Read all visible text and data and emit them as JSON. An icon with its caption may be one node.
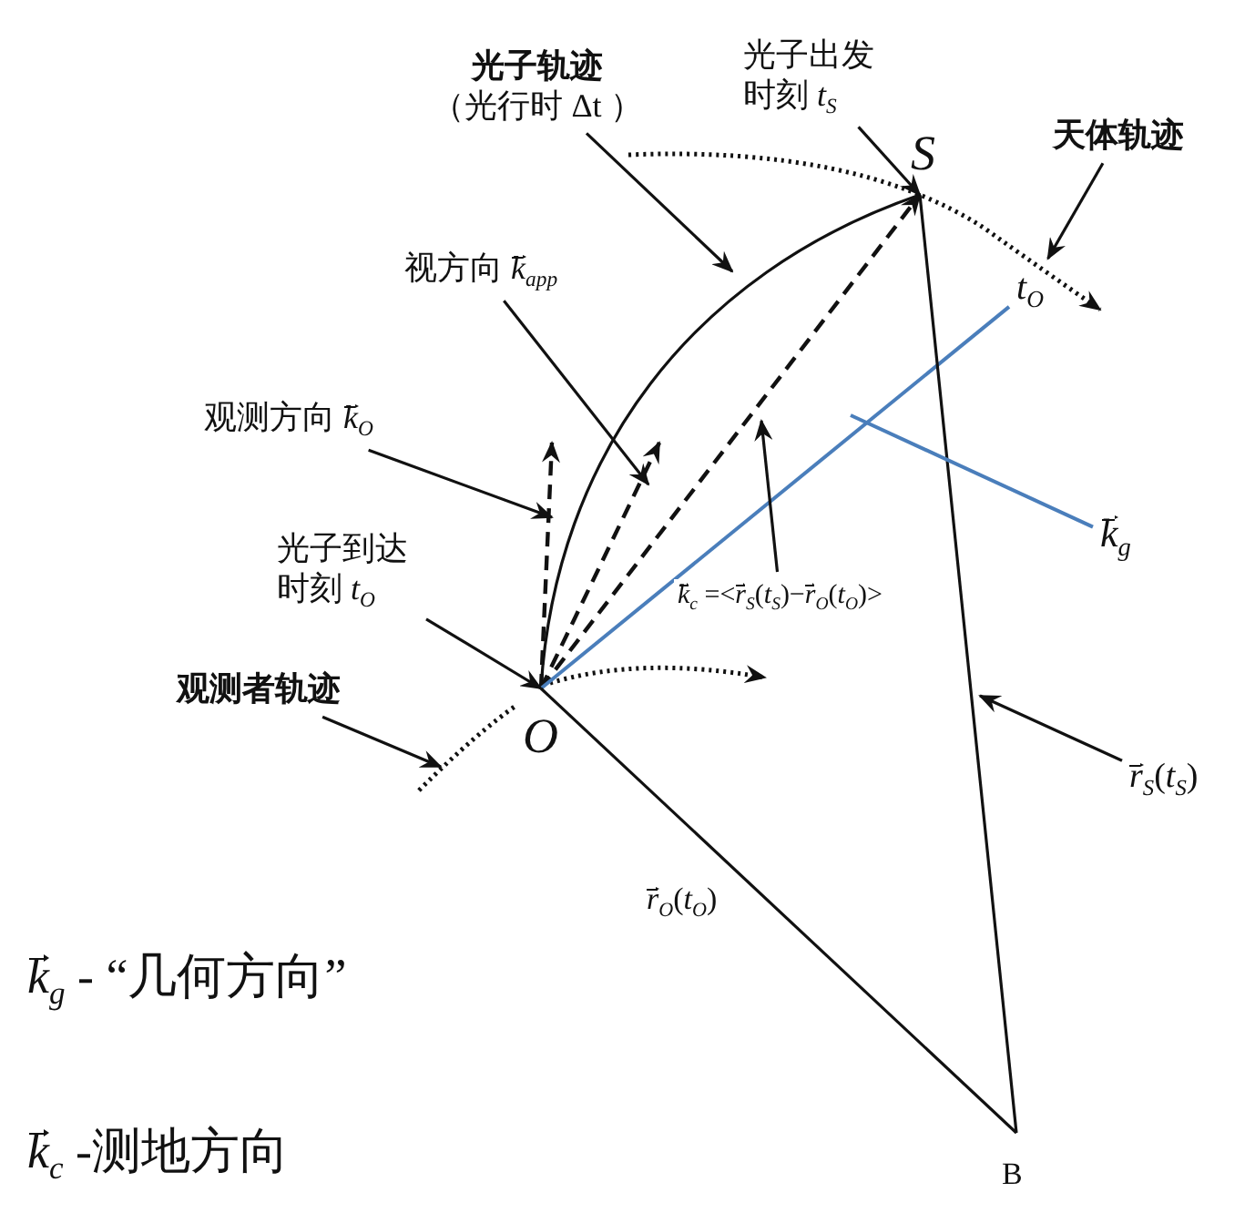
{
  "diagram": {
    "nodes": [
      {
        "text": [
          "O"
        ]
      },
      {
        "text": [
          "S"
        ]
      },
      {
        "text": [
          "B"
        ]
      },
      {
        "text": [
          "光子轨迹",
          "（光行时 Δt ）"
        ]
      },
      {
        "text": [
          "光子出发时刻 *t*$_{S}$"
        ]
      },
      {
        "text": [
          "天体轨迹"
        ]
      },
      {
        "text": [
          "*t*$_{O}$"
        ]
      },
      {
        "text": [
          "视方向 *k⃗*$_{app}$"
        ]
      },
      {
        "text": [
          "观测方向 *k⃗*$_{O}$"
        ]
      },
      {
        "text": [
          "光子到达时刻 *t*$_{O}$"
        ]
      },
      {
        "text": [
          "观测者轨迹"
        ]
      },
      {
        "text": [
          "*k⃗*$_{c}$ =<*r⃗*$_{S}$(*t*$_{S}$)−*r⃗*$_{O}$(*t*$_{O}$)>"
        ]
      },
      {
        "text": [
          "*k⃗*$_{g}$"
        ]
      },
      {
        "text": [
          "*r⃗*$_{S}$(*t*$_{S}$)"
        ]
      },
      {
        "text": [
          "*r⃗*$_{O}$(*t*$_{O}$)"
        ]
      },
      {
        "text": [],
        "shape": "curve"
      }
    ],
    "edges": [
      {
        "from": 0,
        "to": 1,
        "arrow": "none"
      },
      {
        "from": 0,
        "to": 1,
        "arrow": "to",
        "style": "dashed"
      },
      {
        "from": 0,
        "to": null,
        "arrow": "to",
        "style": "dashed"
      },
      {
        "from": 0,
        "to": null,
        "arrow": "to",
        "style": "dashed"
      },
      {
        "from": 0,
        "to": 6,
        "arrow": "none",
        "color": "#4a7ebb"
      },
      {
        "from": 0,
        "to": 2,
        "arrow": "none"
      },
      {
        "from": 1,
        "to": 2,
        "arrow": "none"
      },
      {
        "from": null,
        "to": 12,
        "arrow": "none",
        "color": "#4a7ebb"
      },
      {
        "from": 3,
        "to": null,
        "arrow": "to"
      },
      {
        "from": 4,
        "to": 1,
        "arrow": "to"
      },
      {
        "from": 5,
        "to": 6,
        "arrow": "to"
      },
      {
        "from": 7,
        "to": null,
        "arrow": "to"
      },
      {
        "from": 8,
        "to": null,
        "arrow": "to"
      },
      {
        "from": 9,
        "to": 0,
        "arrow": "to"
      },
      {
        "from": 10,
        "to": 15,
        "arrow": "to"
      },
      {
        "from": 11,
        "to": null,
        "arrow": "to"
      },
      {
        "from": 13,
        "to": null,
        "arrow": "to"
      }
    ],
    "labels": [
      "*k⃗*$_{g}$ - “几何方向”",
      "*k⃗*$_{c}$ -测地方向"
    ]
  }
}
